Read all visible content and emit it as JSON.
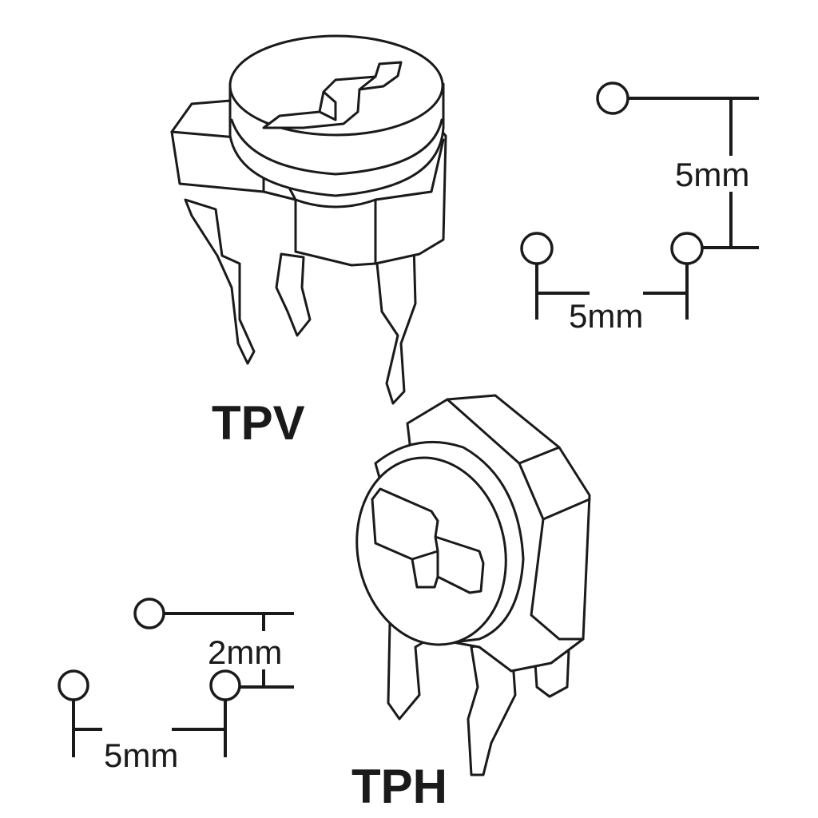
{
  "components": [
    {
      "name": "TPV",
      "pitch_vertical": "5mm",
      "pitch_horizontal": "5mm"
    },
    {
      "name": "TPH",
      "pitch_vertical": "2mm",
      "pitch_horizontal": "5mm"
    }
  ],
  "colors": {
    "line": "#1a1a1a",
    "background": "#ffffff"
  }
}
